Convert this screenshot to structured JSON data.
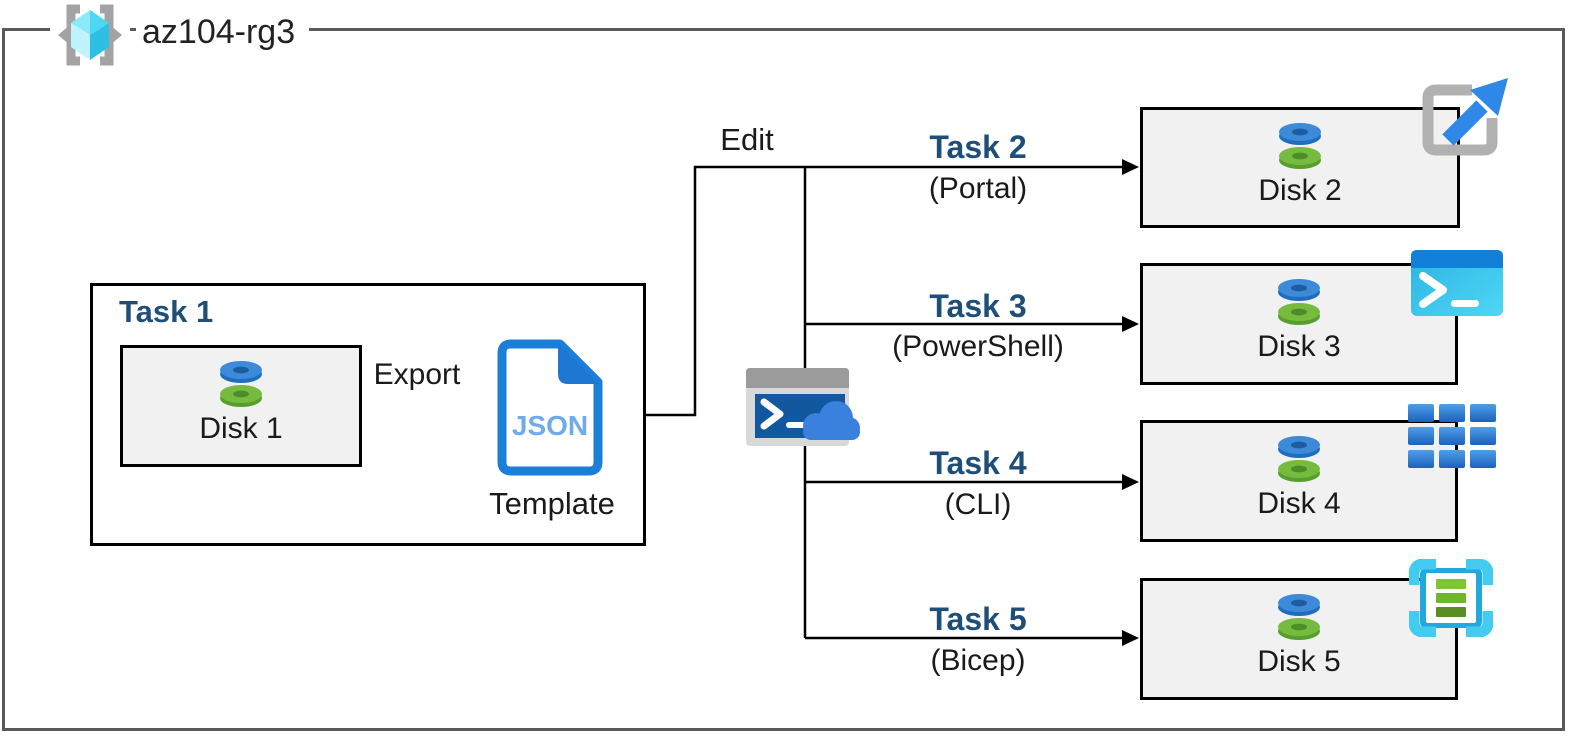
{
  "resource_group": {
    "label": "az104-rg3"
  },
  "task1": {
    "title": "Task 1",
    "disk_label": "Disk 1",
    "export_label": "Export",
    "json_file_text": "JSON",
    "template_label": "Template"
  },
  "edit_label": "Edit",
  "branches": [
    {
      "task": "Task 2",
      "method": "(Portal)",
      "disk_label": "Disk 2",
      "icon": "azure-portal-icon"
    },
    {
      "task": "Task 3",
      "method": "(PowerShell)",
      "disk_label": "Disk 3",
      "icon": "powershell-icon"
    },
    {
      "task": "Task 4",
      "method": "(CLI)",
      "disk_label": "Disk 4",
      "icon": "cli-icon"
    },
    {
      "task": "Task 5",
      "method": "(Bicep)",
      "disk_label": "Disk 5",
      "icon": "bicep-icon"
    }
  ],
  "icons": {
    "resource_group": "resource-group-icon",
    "disk": "managed-disk-icon",
    "template": "json-template-icon",
    "center": "cloud-shell-icon"
  },
  "colors": {
    "task_label": "#1F4E79",
    "frame_gray": "#595959",
    "box_fill": "#f1f1f1",
    "disk_blue": "#3c8ad8",
    "disk_green": "#76bb40",
    "azure_blue": "#1b7ed8",
    "cyan": "#38c5ea"
  }
}
